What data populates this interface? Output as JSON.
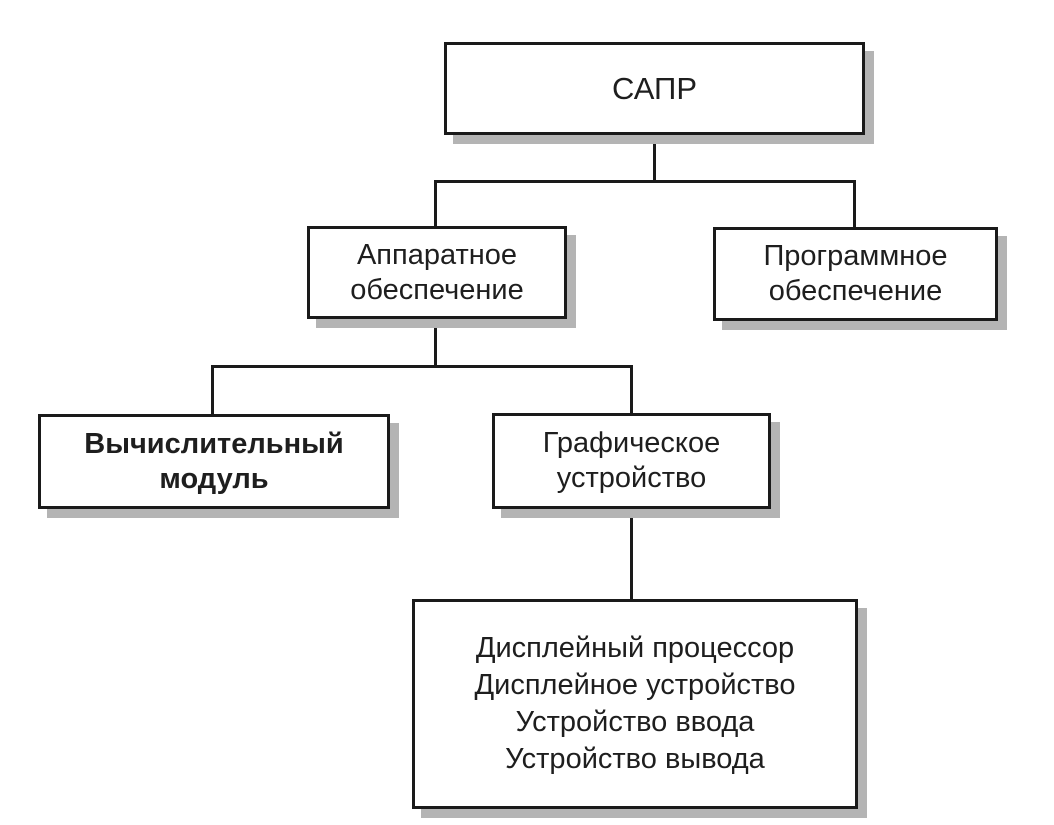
{
  "diagram": {
    "root": {
      "label": "САПР"
    },
    "hardware": {
      "lines": [
        "Аппаратное",
        "обеспечение"
      ]
    },
    "software": {
      "lines": [
        "Программное",
        "обеспечение"
      ]
    },
    "compute_module": {
      "lines": [
        "Вычислительный",
        "модуль"
      ]
    },
    "graphics_device": {
      "lines": [
        "Графическое",
        "устройство"
      ]
    },
    "graphics_components": {
      "lines": [
        "Дисплейный процессор",
        "Дисплейное устройство",
        "Устройство ввода",
        "Устройство вывода"
      ]
    }
  },
  "colors": {
    "line": "#1a1a1a",
    "shadow": "#b4b4b4",
    "text": "#1e1e1e",
    "background": "#ffffff"
  }
}
